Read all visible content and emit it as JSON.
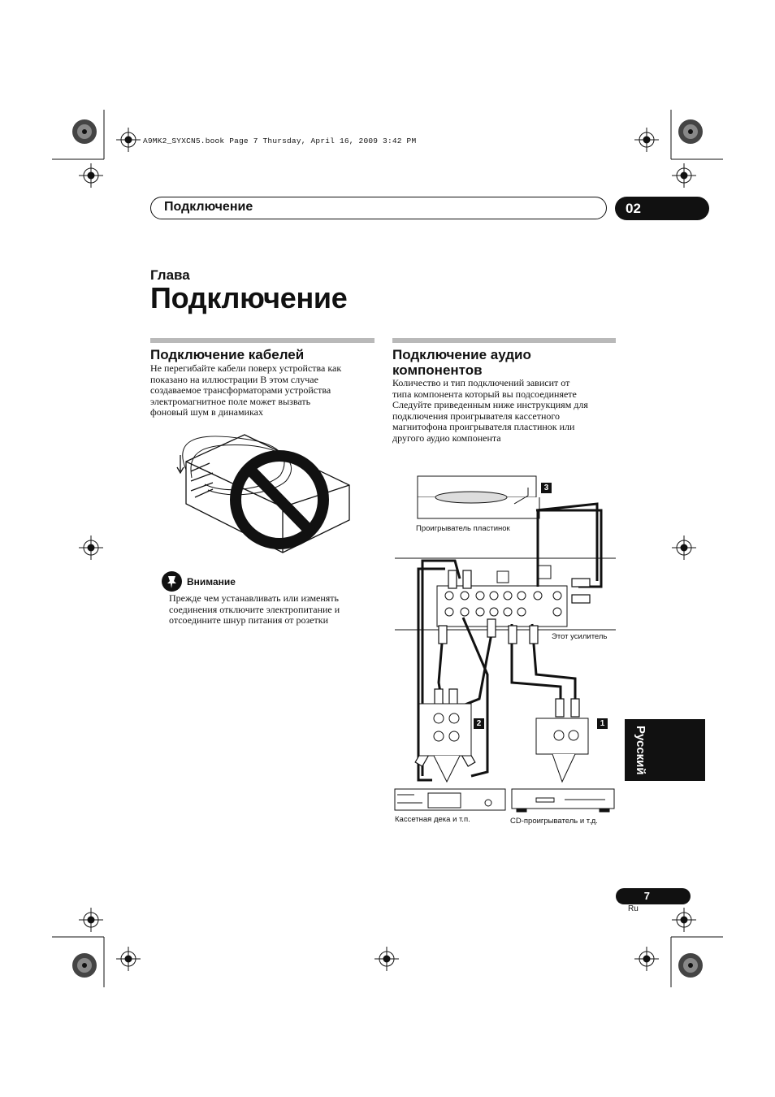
{
  "file_info": "A9MK2_SYXCN5.book  Page 7  Thursday, April 16, 2009  3:42 PM",
  "header": {
    "section_title": "Подключение",
    "chapter_number": "02"
  },
  "chapter": {
    "label": "Глава",
    "title": "Подключение"
  },
  "cables": {
    "heading": "Подключение кабелей",
    "text": "Не перегибайте кабели поверх устройства  как\nпоказано на иллюстрации   В этом случае\nсоздаваемое трансформаторами устройства\nэлектромагнитное поле может вызвать\nфоновый шум в динамиках"
  },
  "caution": {
    "label": "Внимание",
    "text": "Прежде чем устанавливать или изменять\nсоединения  отключите электропитание и\nотсоедините шнур питания от розетки"
  },
  "audio": {
    "heading": "Подключение аудио компонентов",
    "text": "Количество и тип подключений зависит от\nтипа компонента  который вы подсоединяете\nСледуйте приведенным ниже инструкциям для\nподключения         проигрывателя  кассетного\nмагнитофона  проигрывателя пластинок или\nдругого аудио компонента"
  },
  "diagram": {
    "turntable": "Проигрыватель пластинок",
    "amplifier": "Этот усилитель",
    "cassette": "Кассетная дека и т.п.",
    "cd": "CD-проигрыватель и т.д.",
    "callouts": [
      "3",
      "2",
      "1"
    ]
  },
  "language_tab": "Русский",
  "page": {
    "number": "7",
    "lang": "Ru"
  }
}
